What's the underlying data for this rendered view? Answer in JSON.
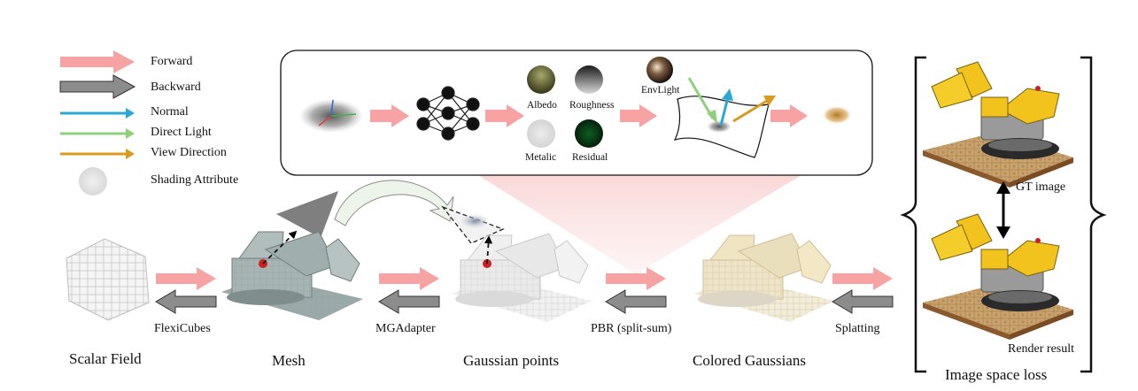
{
  "legend": {
    "forward": "Forward",
    "backward": "Backward",
    "normal": "Normal",
    "direct_light": "Direct Light",
    "view_direction": "View Direction",
    "shading_attribute": "Shading Attribute"
  },
  "pbr_panel": {
    "albedo": "Albedo",
    "roughness": "Roughness",
    "metalic": "Metalic",
    "residual": "Residual",
    "envlight": "EnvLight"
  },
  "pipeline": {
    "scalar_field": "Scalar Field",
    "mesh": "Mesh",
    "gaussian_points": "Gaussian points",
    "colored_gaussians": "Colored Gaussians",
    "image_space_loss": "Image space loss"
  },
  "ops": {
    "flexicubes": "FlexiCubes",
    "mgadapter": "MGAdapter",
    "pbr": "PBR (split-sum)",
    "splatting": "Splatting"
  },
  "images": {
    "gt_image": "GT image",
    "render_result": "Render result"
  },
  "colors": {
    "forward": "#f7a3a4",
    "backward": "#8c8c8c",
    "normal": "#2aa8d4",
    "direct_light": "#8fd17a",
    "view_direction": "#d89a1f"
  }
}
